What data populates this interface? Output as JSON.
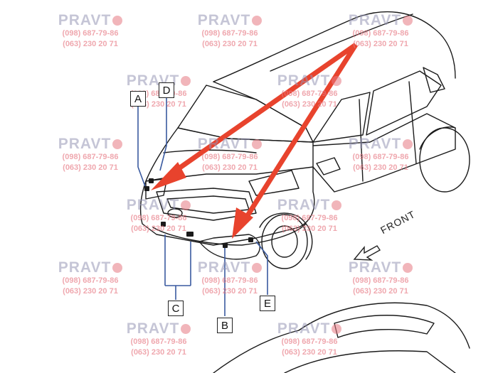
{
  "watermark": {
    "brand": "PRAVT",
    "phone1": "(098) 687-79-86",
    "phone2": "(063) 230 20 71"
  },
  "callouts": {
    "a": "A",
    "b": "B",
    "c": "C",
    "d": "D",
    "e": "E"
  },
  "front_label": "FRONT",
  "colors": {
    "line": "#1a1a1a",
    "leader": "#3a5aa0",
    "arrow": "#e8432d"
  }
}
